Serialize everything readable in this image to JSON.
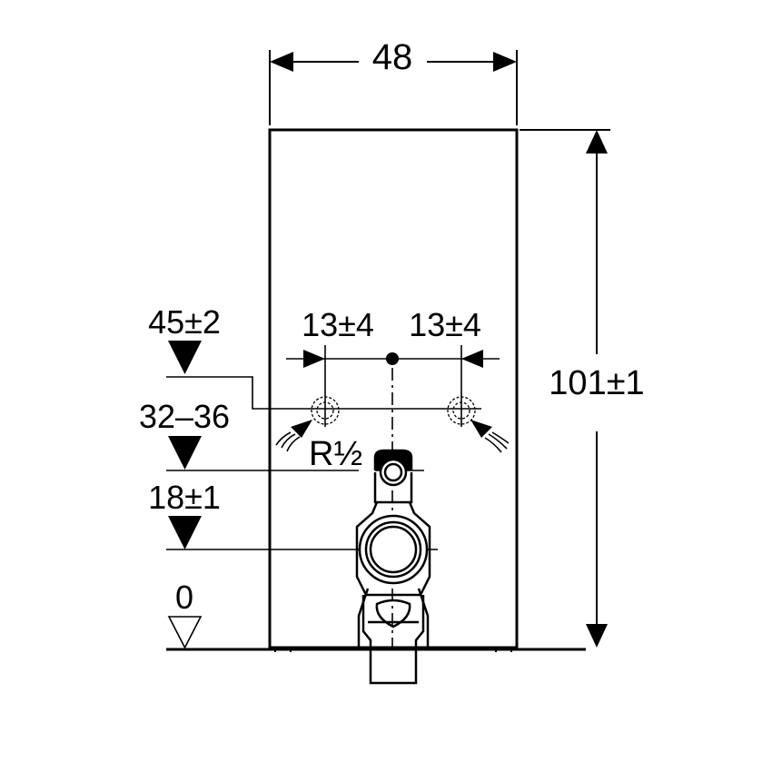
{
  "dimensions": {
    "width": "48",
    "height": "101±1",
    "left_offset": "13±4",
    "right_offset": "13±4",
    "thread": "R½"
  },
  "levels": [
    {
      "label": "45±2"
    },
    {
      "label": "32–36"
    },
    {
      "label": "18±1"
    },
    {
      "label": "0"
    }
  ],
  "colors": {
    "line": "#000000",
    "background": "#ffffff"
  }
}
